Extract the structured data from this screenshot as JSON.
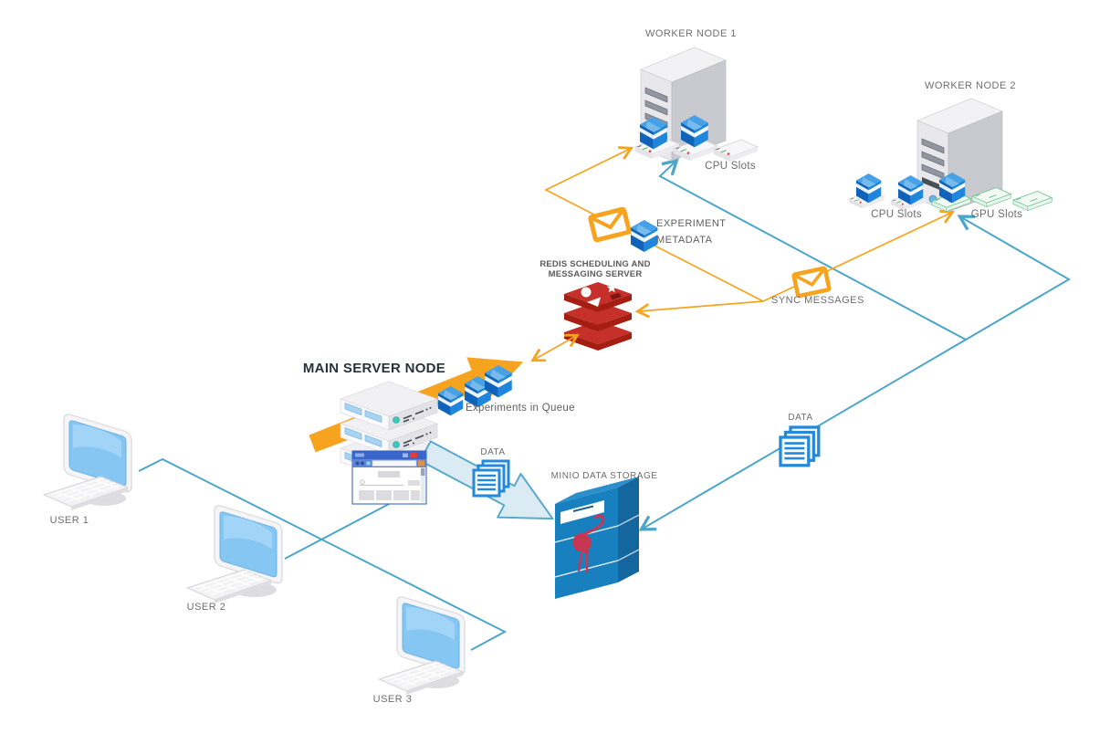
{
  "diagram": {
    "nodes": {
      "worker_node_1": {
        "title": "WORKER NODE 1",
        "cpu_slots": "CPU Slots"
      },
      "worker_node_2": {
        "title": "WORKER NODE 2",
        "cpu_slots": "CPU Slots",
        "gpu_slots": "GPU Slots"
      },
      "redis": {
        "title_line1": "REDIS SCHEDULING AND",
        "title_line2": "MESSAGING SERVER"
      },
      "main_server": {
        "title": "MAIN SERVER NODE"
      },
      "minio": {
        "title": "MINIO DATA STORAGE"
      },
      "users": [
        {
          "label": "USER 1"
        },
        {
          "label": "USER 2"
        },
        {
          "label": "USER 3"
        }
      ]
    },
    "flows": {
      "experiment_metadata": {
        "label_line1": "EXPERIMENT",
        "label_line2": "METADATA"
      },
      "sync_messages": {
        "label": "SYNC MESSAGES"
      },
      "experiments_in_queue": {
        "label": "Experiments in Queue"
      },
      "data_main_to_minio": {
        "label": "DATA"
      },
      "data_minio_to_worker2": {
        "label": "DATA"
      }
    },
    "colors": {
      "orange": "#F6A41F",
      "teal_line": "#4BA6C9",
      "cube_blue": "#1E86DC",
      "redis_red": "#A41E11",
      "minio_blue": "#1980BF",
      "gpu_green": "#74C494",
      "screen_blue": "#8DC9F4",
      "label_gray": "#6E6E6E"
    }
  }
}
